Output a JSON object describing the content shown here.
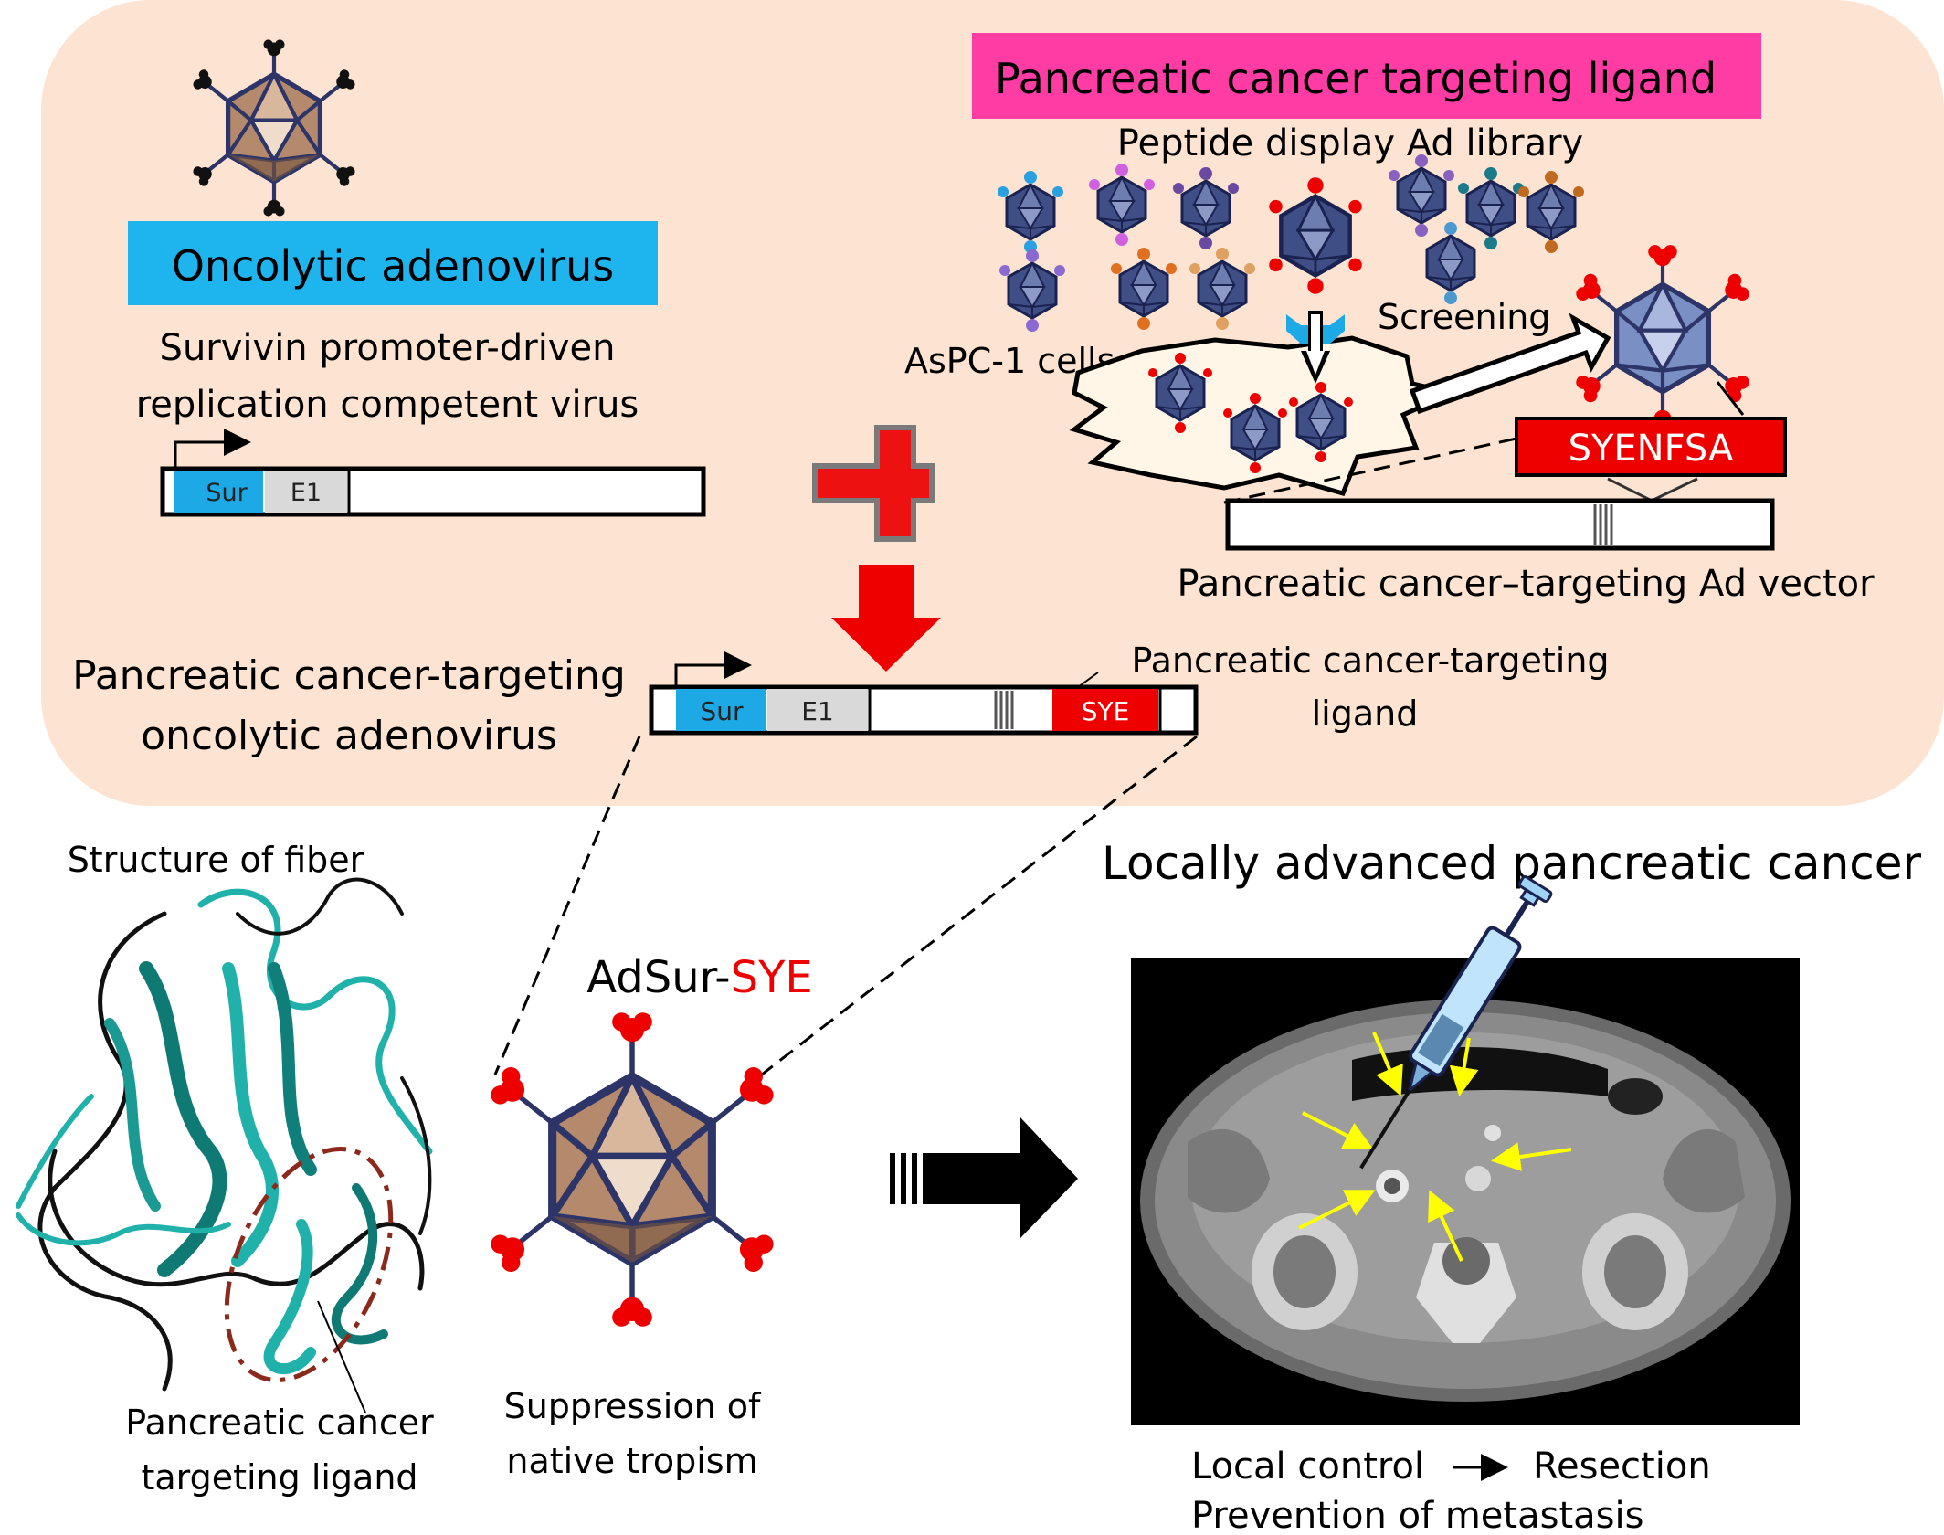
{
  "colors": {
    "panel_bg": "#fde3d2",
    "oncolytic_label_bg": "#1eb4ee",
    "targeting_label_bg": "#ff3ca4",
    "sur_box": "#1ca9e6",
    "e1_box": "#d9d9d9",
    "ligand_red": "#ee0000",
    "plus_red": "#ee1111",
    "down_arrow_red": "#ee0000",
    "capsid_brown": "#b58a6c",
    "capsid_edge": "#2c3468",
    "library_capsid": "#3f4f86",
    "fiber_teal": "#20b2aa",
    "ellipse_brown": "#8b2a1c",
    "arrow_yellow": "#ffff00",
    "syringe_blue": "#9fd4f5"
  },
  "icons": {
    "virus": "adenovirus-capsid-icon",
    "library": "peptide-library-virus-icon",
    "fiber": "fiber-protein-ribbon",
    "ct": "ct-scan-image",
    "syringe": "syringe-icon"
  },
  "top": {
    "oncolytic_label": "Oncolytic adenovirus",
    "survivin_line1": "Survivin promoter-driven",
    "survivin_line2": "replication competent virus",
    "targeting_label": "Pancreatic cancer targeting ligand",
    "library_label": "Peptide display Ad library",
    "cells_label": "AsPC-1 cells",
    "screening_label": "Screening",
    "peptide_label": "SYENFSA",
    "vector_label": "Pancreatic cancer–targeting Ad vector",
    "sur": "Sur",
    "e1": "E1"
  },
  "result": {
    "line1": "Pancreatic cancer-targeting",
    "line2": "oncolytic adenovirus",
    "sur": "Sur",
    "e1": "E1",
    "sye": "SYE",
    "ligand_line1": "Pancreatic cancer-targeting",
    "ligand_line2": "ligand"
  },
  "bottom": {
    "fiber_title": "Structure of fiber",
    "fiber_ligand_line1": "Pancreatic cancer",
    "fiber_ligand_line2": "targeting ligand",
    "virus_name_prefix": "AdSur-",
    "virus_name_suffix": "SYE",
    "suppression_line1": "Suppression of",
    "suppression_line2": "native tropism",
    "lapc_title": "Locally advanced pancreatic cancer",
    "local_control": "Local control",
    "resection": "Resection",
    "prevention": "Prevention of metastasis"
  }
}
